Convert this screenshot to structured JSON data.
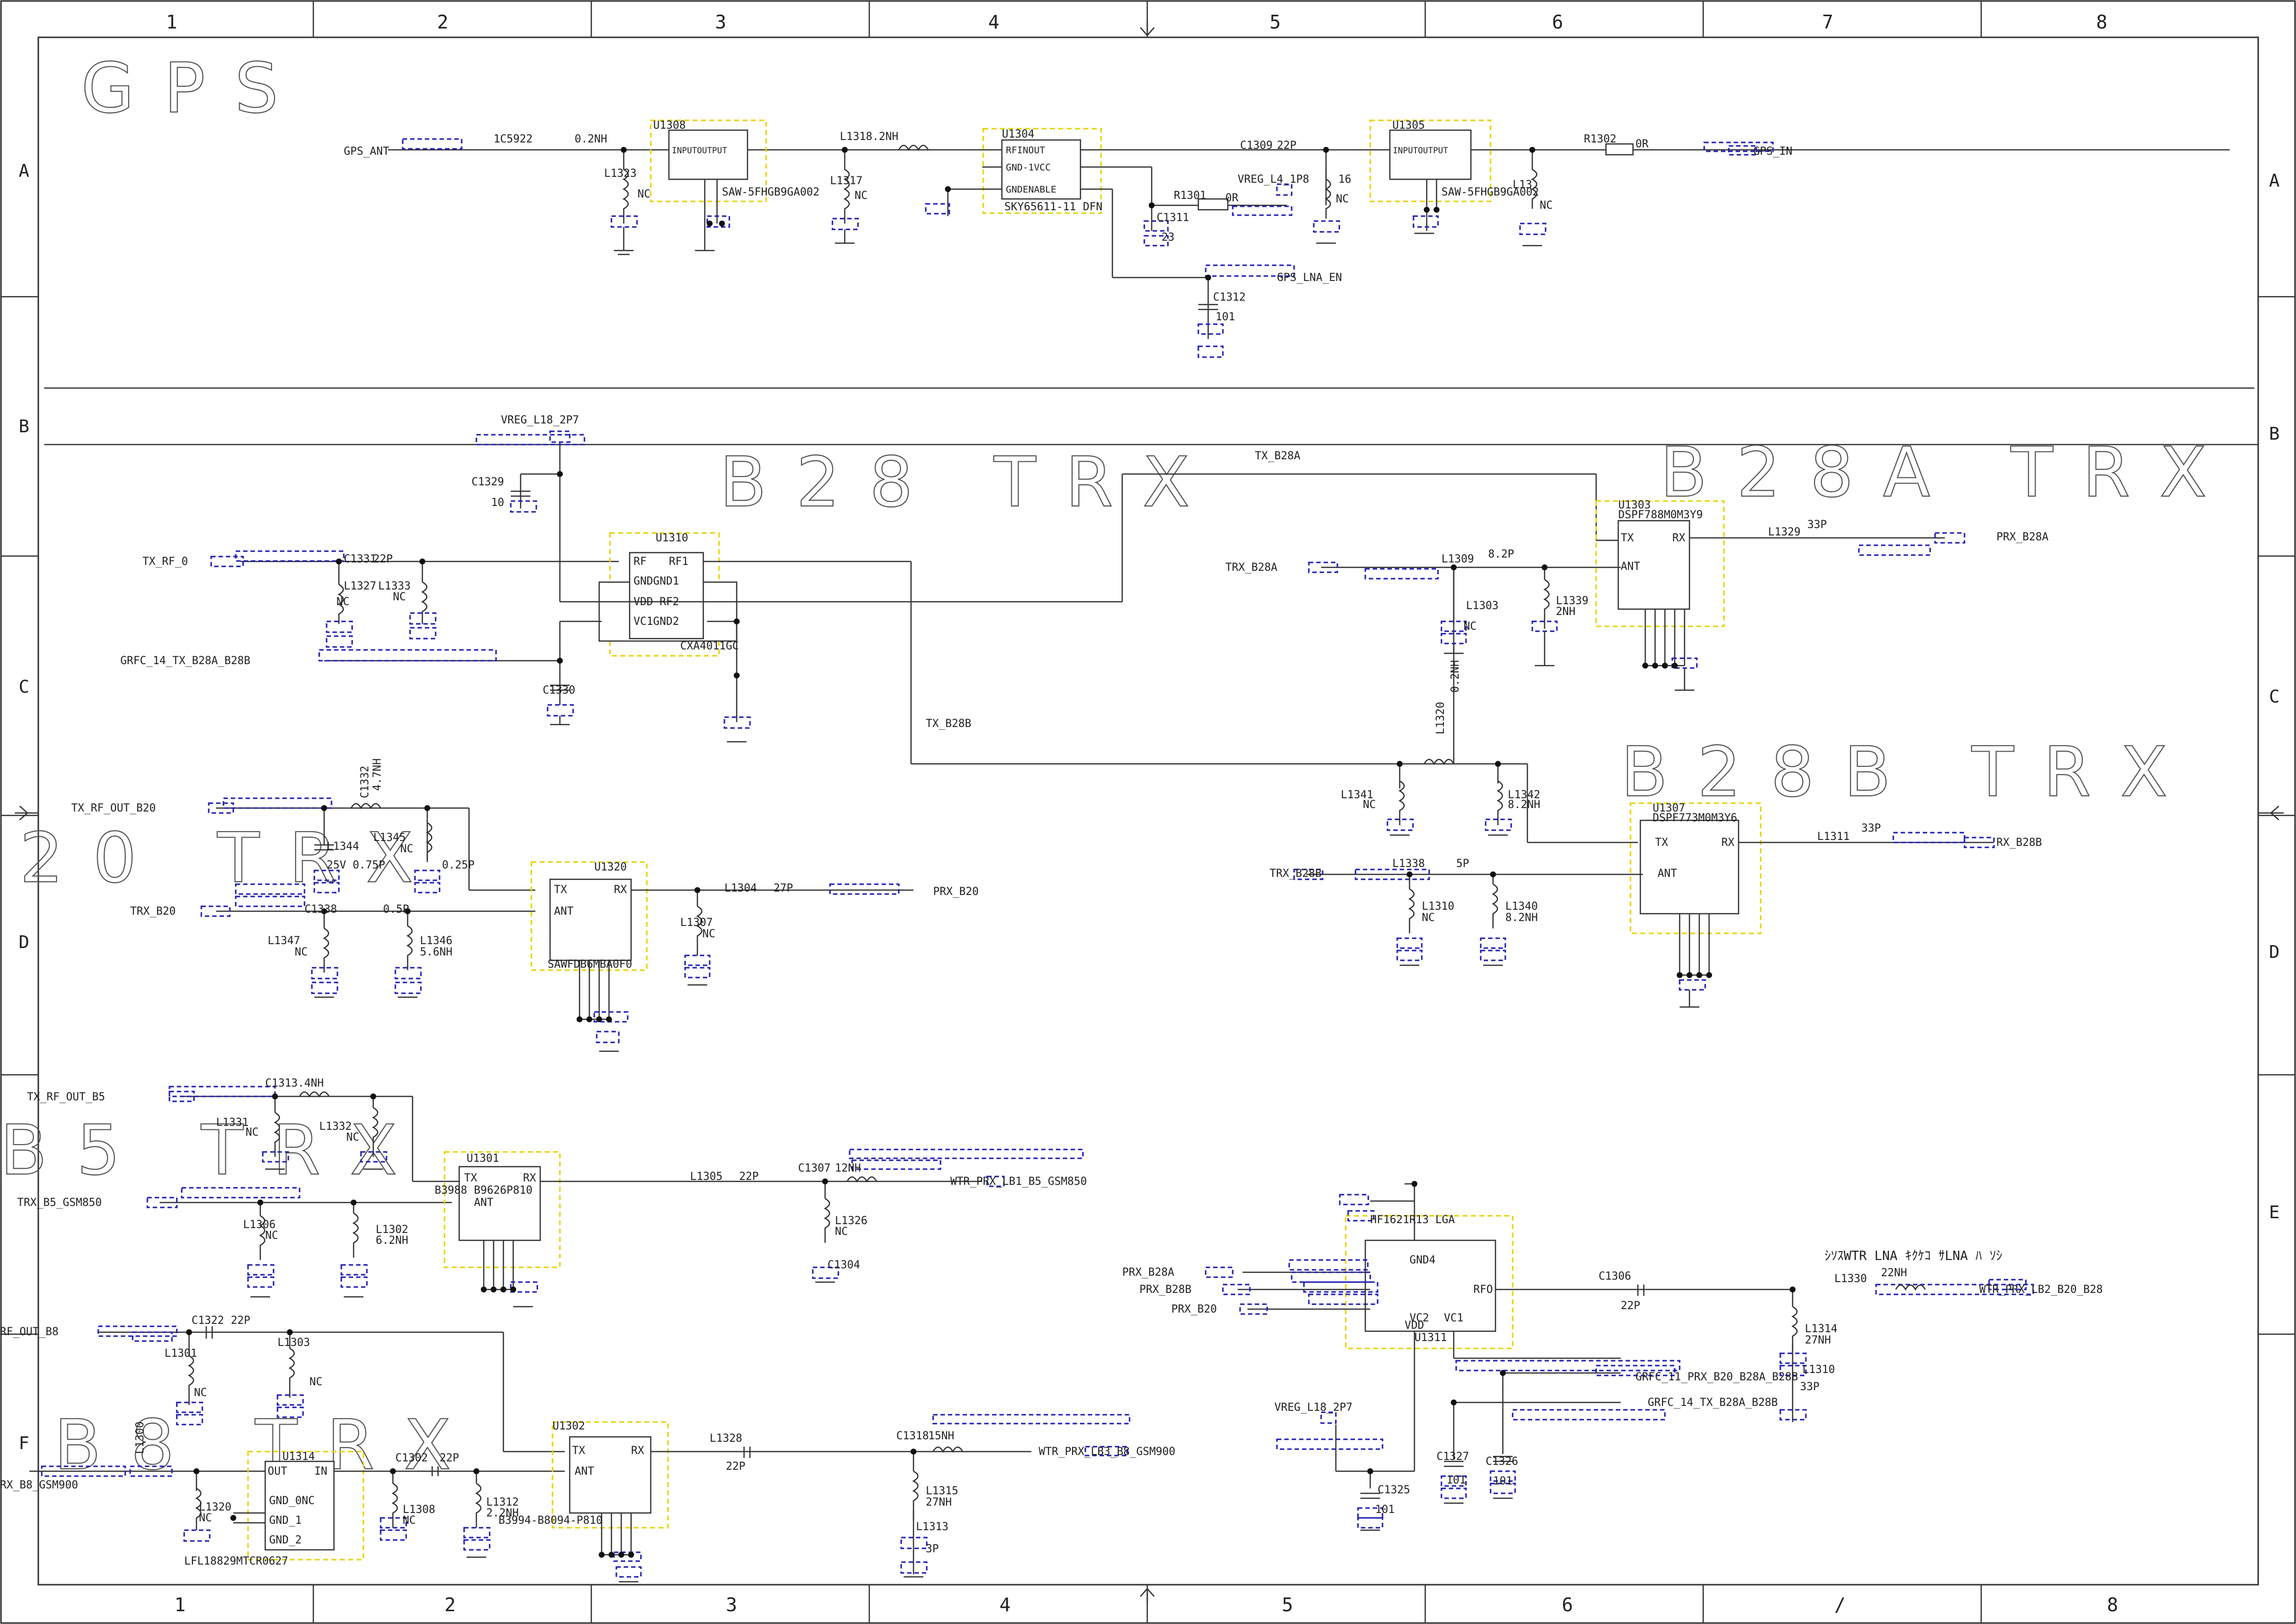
{
  "grid": {
    "cols": [
      "1",
      "2",
      "3",
      "4",
      "5",
      "6",
      "7",
      "8"
    ],
    "cols_bottom": [
      "1",
      "2",
      "3",
      "4",
      "5",
      "6",
      "/",
      "8"
    ],
    "rows": [
      "A",
      "B",
      "C",
      "D",
      "E",
      "F"
    ]
  },
  "sections": {
    "gps": "GPS",
    "b28": "B28 TRX",
    "b28a": "B28A TRX",
    "b28b": "B28B TRX",
    "b20": "20 TRX",
    "b5": "B5 TRX",
    "b8": "B8 TRX"
  },
  "labels": {
    "gps_ant": "GPS_ANT",
    "c1502": "1C5922",
    "nh02": "0.2NH",
    "u1308": "U1308",
    "io": "INPUTOUTPUT",
    "saw1": "SAW-5FHGB9GA002",
    "l1323": "L1323",
    "nc": "NC",
    "l1318": "L1318.2NH",
    "l1317": "L1317",
    "u1304": "U1304",
    "rfin": "RFINOUT",
    "gnd1": "GND-1VCC",
    "gnden": "GNDENABLE",
    "sky": "SKY65611-11",
    "dfn": "DFN",
    "r1301": "R1301",
    "r0r": "0R",
    "c1311": "C1311",
    "c1323": "23",
    "vreg": "VREG_L4_1P8",
    "l1316": "16",
    "c1309": "C1309",
    "c22p": "22P",
    "u1305": "U1305",
    "saw2": "SAW-5FHGB9GA002",
    "l1319": "L13",
    "r1302": "R1302",
    "gps_in": "GPS_IN",
    "gps_lna": "GPS_LNA_EN",
    "c1312": "C1312",
    "c101": "101",
    "vreg18": "VREG_L18_2P7",
    "c1329": "C1329",
    "c10": "10",
    "tx_rf_0": "TX_RF_0",
    "c1331": "C1331",
    "l1327": "L1327",
    "l1333": "L1333",
    "u1310": "U1310",
    "rf": "RF",
    "rf1": "RF1",
    "gnd_gnd1": "GNDGND1",
    "vdd_rf2": "VDD RF2",
    "vc1_gnd2": "VC1GND2",
    "cxa": "CXA4011GC",
    "grfc14": "GRFC_14_TX_B28A_B28B",
    "c1330": "C1330",
    "tx_b28a": "TX_B28A",
    "tx_b28b": "TX_B28B",
    "u1303": "U1303",
    "dsp1": "DSPF788M0M3Y9",
    "tx": "TX",
    "rx": "RX",
    "ant": "ANT",
    "l1329": "L1329",
    "c33p": "33P",
    "prx_b28a": "PRX_B28A",
    "trx_b28a": "TRX_B28A",
    "l1309": "L1309",
    "c8p": "8.2P",
    "l1303": "L1303",
    "l1339": "L1339",
    "nh2": "2NH",
    "l1320v": "L1320",
    "nh0": "0.2NH",
    "l1341": "L1341",
    "l1342": "L1342",
    "nh8": "8.2NH",
    "u1307": "U1307",
    "dsp2": "DSPF773M0M3Y6",
    "l1311": "L1311",
    "prx_b28b": "RX_B28B",
    "trx_b28b": "TRX_B28B",
    "l1338": "L1338",
    "c5p": "5P",
    "l1310": "L1310",
    "l1340": "L1340",
    "nh82": "8.2NH",
    "tx_rf_out_b20": "TX_RF_OUT_B20",
    "c1332": "C1332",
    "nh47": "4.7NH",
    "l1344": "L1344",
    "l1345": "L1345",
    "v075": "25V 0.75P",
    "nc2": "NC",
    "p025": "0.25P",
    "trx_b20": "TRX_B20",
    "c1338": "C1338",
    "c1305b": "0.5P",
    "l1347": "L1347",
    "l1346": "L1346",
    "nh56": "5.6NH",
    "u1320": "U1320",
    "saw3": "SAWFDB6MBA0F0",
    "l1304": "L1304",
    "c27p": "27P",
    "prx_b20": "PRX_B20",
    "l1307": "L1307",
    "tx_rf_out_b5": "TX_RF_OUT_B5",
    "c1313": "C1313.4NH",
    "l1331": "L1331",
    "l1332": "L1332",
    "trx_b5": "TRX_B5_GSM850",
    "l1306": "L1306",
    "l1302": "L1302",
    "nh62": "6.2NH",
    "u1301": "U1301",
    "b3988": "B3988",
    "b9626": "B9626P810",
    "l1305": "L1305",
    "c1307": "C1307",
    "nh12": "12NH",
    "wtr_b5": "WTR_PRX_LB1_B5_GSM850",
    "l1326": "L1326",
    "c1304": "C1304",
    "rf_out_b8": "RF_OUT_B8",
    "c1322": "C1322",
    "l1301": "L1301",
    "l1303b": "L1303",
    "l1300": "L1300",
    "prx_b8": "RX_B8_GSM900",
    "u1314": "U1314",
    "out": "OUT",
    "in": "IN",
    "gnd_0nc": "GND_0NC",
    "gnd_1": "GND_1",
    "gnd_2": "GND_2",
    "lfl": "LFL18829MTCR0627",
    "l1320b": "L1320",
    "c1302": "C1302",
    "l1308": "L1308",
    "l1312": "L1312",
    "nh22": "2.2NH",
    "u1302": "U1302",
    "b3994": "B3994-B8094-P810",
    "l1328": "L1328",
    "c22p2": "22P",
    "c1318": "C1318",
    "nh15": "15NH",
    "wtr_b8": "WTR_PRX_LB3_B8_GSM900",
    "l1315": "L1315",
    "nh27": "27NH",
    "l1313": "L1313",
    "c3p": "3P",
    "hfl": "HF1621R13 LGA",
    "gnd_a": "GND4",
    "rfo": "RFO",
    "vc2": "VC2",
    "vc1": "VC1",
    "vdd": "VDD",
    "u1311": "U1311",
    "in_b28a": "PRX_B28A",
    "in_b28b": "PRX_B28B",
    "in_b20": "PRX_B20",
    "c1306": "C1306",
    "c22p3": "22P",
    "l1330": "L1330",
    "nh22b": "22NH",
    "wtr_lb2": "WTR_PRX_LB2_B20_B28",
    "l1314": "L1314",
    "nh27b": "27NH",
    "l1310b": "L1310",
    "c33p2": "33P",
    "grfc11": "GRFC_11_PRX_B20_B28A_B28B",
    "grfc14b": "GRFC_14_TX_B28A_B28B",
    "vreg18b": "VREG_L18_2P7",
    "c1327": "C1327",
    "c1326": "C1326",
    "c1325": "C1325",
    "c101b": "101",
    "note": "ｼｿｽWTR LNA ｷｸｹｺ ｻLNA ﾊ ｿｼ"
  }
}
